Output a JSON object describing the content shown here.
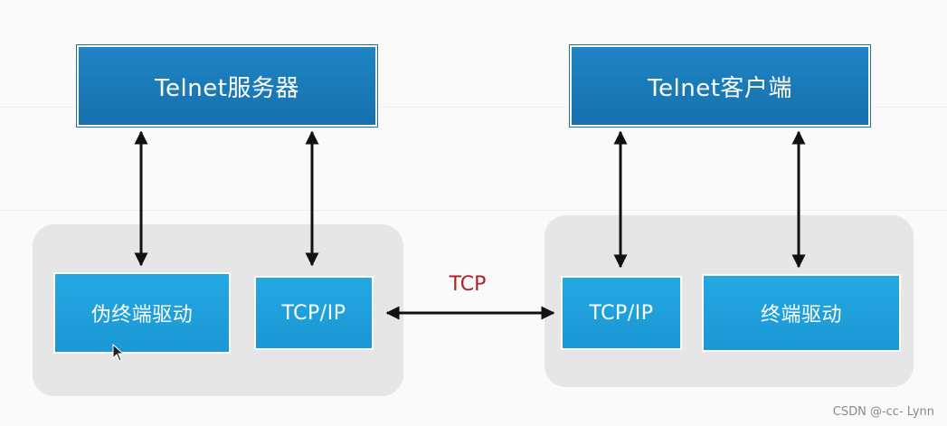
{
  "diagram": {
    "server": {
      "title": "Telnet服务器",
      "pseudo_terminal_driver": "伪终端驱动",
      "tcpip": "TCP/IP"
    },
    "client": {
      "title": "Telnet客户端",
      "tcpip": "TCP/IP",
      "terminal_driver": "终端驱动"
    },
    "link_label": "TCP",
    "colors": {
      "top_box": "#1671ad",
      "inner_box": "#1b97d4",
      "group_bg": "#e6e6e6",
      "link_label": "#a8232a",
      "arrow": "#111111"
    }
  },
  "watermark": "CSDN @-cc- Lynn"
}
